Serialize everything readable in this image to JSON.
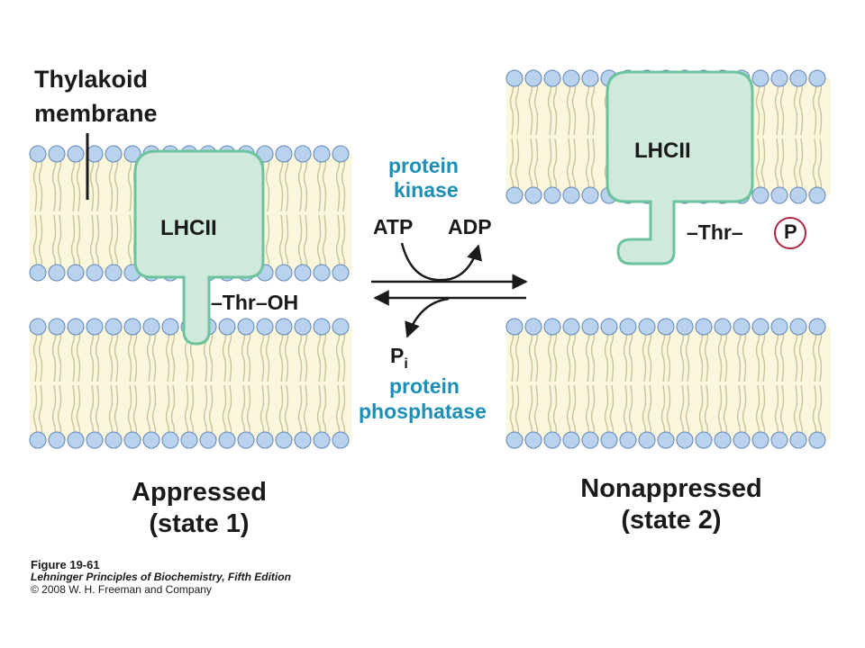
{
  "membrane_label": [
    "Thylakoid",
    "membrane"
  ],
  "protein_label": "LHCII",
  "left": {
    "residue": "–Thr–OH",
    "state": [
      "Appressed",
      "(state 1)"
    ]
  },
  "right": {
    "residue": "–Thr–",
    "phospho_symbol": "P",
    "state": [
      "Nonappressed",
      "(state 2)"
    ]
  },
  "reaction": {
    "kinase": [
      "protein",
      "kinase"
    ],
    "atp": "ATP",
    "adp": "ADP",
    "pi_main": "P",
    "pi_sub": "i",
    "phosphatase": [
      "protein",
      "phosphatase"
    ]
  },
  "caption": {
    "figure": "Figure 19-61",
    "book": "Lehninger Principles of Biochemistry, Fifth Edition",
    "copyright": "© 2008 W. H. Freeman and Company"
  },
  "colors": {
    "lipid_head": "#b9d2ee",
    "lipid_head_stroke": "#5f86b8",
    "lipid_tail": "#c9c39a",
    "membrane_core": "#fbf7dd",
    "protein_fill": "#cfe9dc",
    "protein_stroke": "#6cc39c",
    "enzyme_text": "#1b8fb8",
    "phospho_ring": "#b0233c"
  }
}
